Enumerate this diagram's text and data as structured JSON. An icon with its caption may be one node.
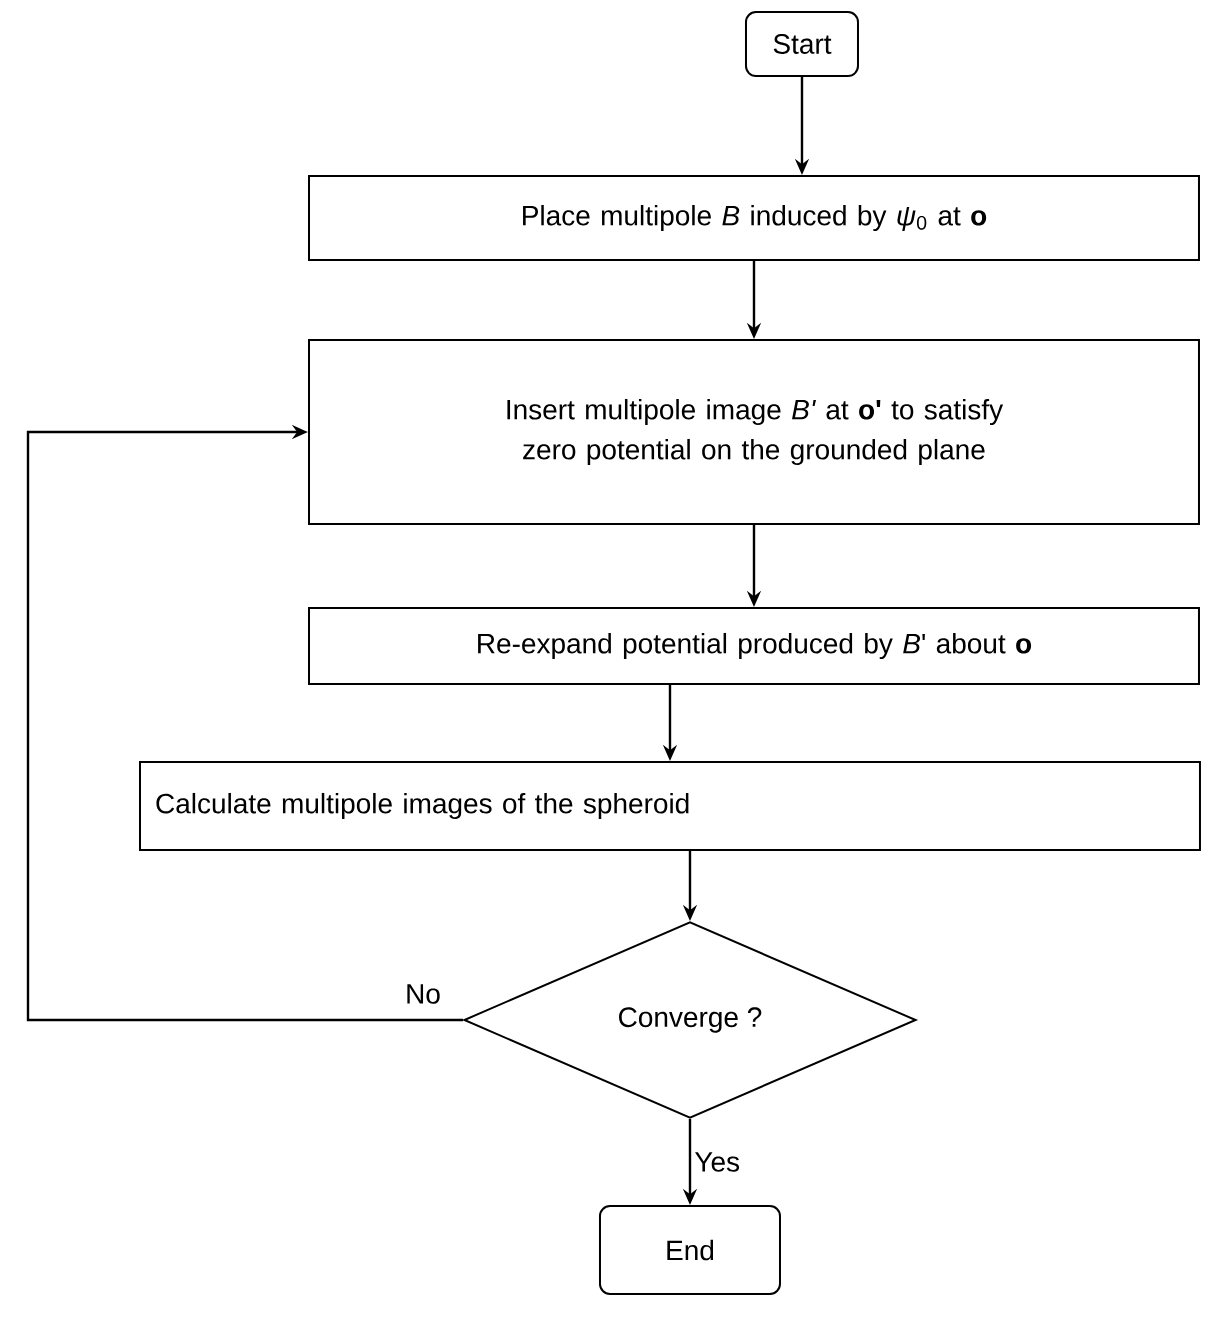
{
  "diagram": {
    "nodes": [
      {
        "text": [
          "Start"
        ]
      },
      {
        "text": [
          "Place multipole *B* induced by *ψ*$_{0}$ at **o**"
        ]
      },
      {
        "text": [
          "Insert multipole image *B'* at **o'** to satisfy zero potential on the grounded plane"
        ]
      },
      {
        "text": [
          "Re-expand potential produced by *B*' about **o**"
        ]
      },
      {
        "text": [
          "Calculate multipole images of the spheroid"
        ]
      },
      {
        "text": [
          "Converge ?"
        ]
      },
      {
        "text": [
          "End"
        ]
      }
    ],
    "edges": [
      {
        "from": 0,
        "to": 1,
        "arrow": "to"
      },
      {
        "from": 1,
        "to": 2,
        "arrow": "to"
      },
      {
        "from": 2,
        "to": 3,
        "arrow": "to"
      },
      {
        "from": 3,
        "to": 4,
        "arrow": "to"
      },
      {
        "from": 4,
        "to": 5,
        "arrow": "to"
      },
      {
        "from": 5,
        "to": 6,
        "arrow": "to",
        "label": "Yes"
      },
      {
        "from": 5,
        "to": 2,
        "arrow": "to",
        "label": "No"
      }
    ]
  }
}
